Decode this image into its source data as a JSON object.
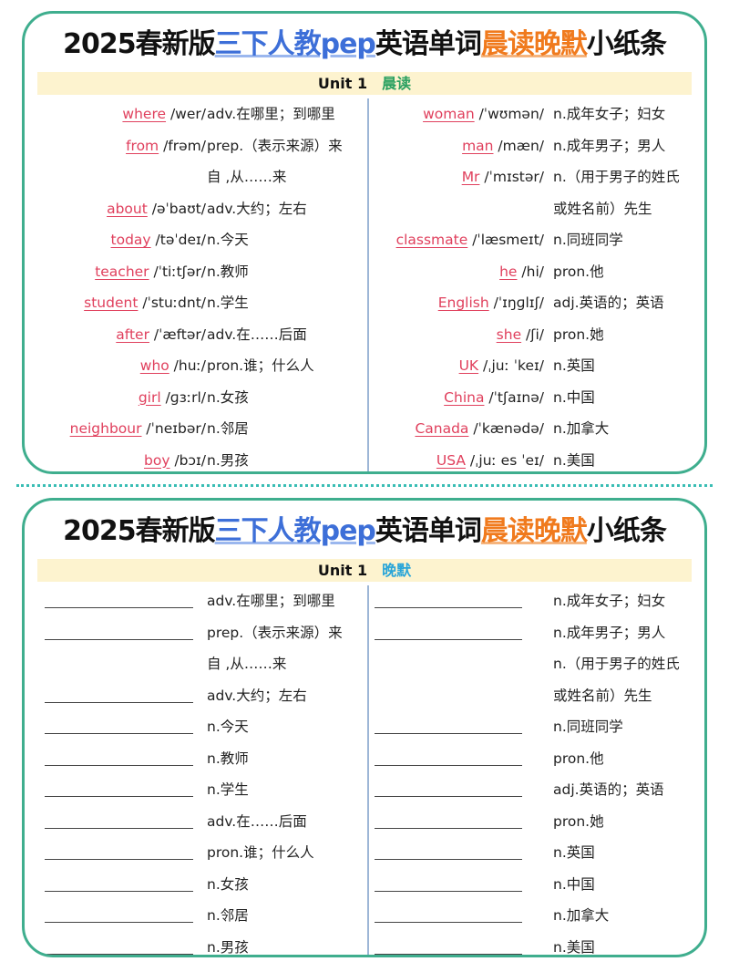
{
  "top_card": {
    "title": {
      "p1": "2025春新版",
      "p2": "三下人教pep",
      "p3": "英语单词",
      "p4": "晨读晚默",
      "p5": "小纸条"
    },
    "unit": "Unit 1",
    "label": "晨读",
    "left": [
      {
        "word": "where",
        "phon": " /wer/",
        "mean": "adv.在哪里；到哪里"
      },
      {
        "word": "from",
        "phon": " /frəm/",
        "mean": "prep.（表示来源）来"
      },
      {
        "word": "",
        "phon": "",
        "mean": "自 ,从……来"
      },
      {
        "word": "about",
        "phon": " /əˈbaʊt/",
        "mean": "adv.大约；左右"
      },
      {
        "word": "today",
        "phon": " /təˈdeɪ/",
        "mean": "n.今天"
      },
      {
        "word": "teacher",
        "phon": " /ˈtiːtʃər/",
        "mean": "n.教师"
      },
      {
        "word": "student",
        "phon": " /ˈstuːdnt/",
        "mean": "n.学生"
      },
      {
        "word": "after",
        "phon": " /ˈæftər/",
        "mean": "adv.在……后面"
      },
      {
        "word": "who",
        "phon": " /huː/",
        "mean": "pron.谁；什么人"
      },
      {
        "word": "girl",
        "phon": " /ɡɜːrl/",
        "mean": "n.女孩"
      },
      {
        "word": "neighbour",
        "phon": " /ˈneɪbər/",
        "mean": "n.邻居"
      },
      {
        "word": "boy",
        "phon": " /bɔɪ/",
        "mean": "n.男孩"
      }
    ],
    "right": [
      {
        "word": "woman",
        "phon": " /ˈwʊmən/",
        "mean": "n.成年女子；妇女"
      },
      {
        "word": "man",
        "phon": " /mæn/",
        "mean": "n.成年男子；男人"
      },
      {
        "word": "Mr",
        "phon": " /ˈmɪstər/",
        "mean": "n.（用于男子的姓氏"
      },
      {
        "word": "",
        "phon": "",
        "mean": "或姓名前）先生"
      },
      {
        "word": "classmate",
        "phon": " /ˈlæsmeɪt/",
        "mean": "n.同班同学"
      },
      {
        "word": "he",
        "phon": " /hi/",
        "mean": "pron.他"
      },
      {
        "word": "English",
        "phon": " /ˈɪŋɡlɪʃ/",
        "mean": "adj.英语的；英语"
      },
      {
        "word": "she",
        "phon": " /ʃi/",
        "mean": "pron.她"
      },
      {
        "word": "UK",
        "phon": " /ˌjuː ˈkeɪ/",
        "mean": "n.英国"
      },
      {
        "word": "China",
        "phon": " /ˈtʃaɪnə/",
        "mean": "n.中国"
      },
      {
        "word": "Canada",
        "phon": " /ˈkænədə/",
        "mean": "n.加拿大"
      },
      {
        "word": "USA",
        "phon": " /ˌjuː es ˈeɪ/",
        "mean": "n.美国"
      }
    ]
  },
  "bottom_card": {
    "title": {
      "p1": "2025春新版",
      "p2": "三下人教pep",
      "p3": "英语单词",
      "p4": "晨读晚默",
      "p5": "小纸条"
    },
    "unit": "Unit 1",
    "label": "晚默",
    "left": [
      {
        "blank": true,
        "mean": "adv.在哪里；到哪里"
      },
      {
        "blank": true,
        "mean": "prep.（表示来源）来"
      },
      {
        "blank": false,
        "mean": "自 ,从……来"
      },
      {
        "blank": true,
        "mean": "adv.大约；左右"
      },
      {
        "blank": true,
        "mean": "n.今天"
      },
      {
        "blank": true,
        "mean": "n.教师"
      },
      {
        "blank": true,
        "mean": "n.学生"
      },
      {
        "blank": true,
        "mean": "adv.在……后面"
      },
      {
        "blank": true,
        "mean": "pron.谁；什么人"
      },
      {
        "blank": true,
        "mean": "n.女孩"
      },
      {
        "blank": true,
        "mean": "n.邻居"
      },
      {
        "blank": true,
        "mean": "n.男孩"
      }
    ],
    "right": [
      {
        "blank": true,
        "mean": "n.成年女子；妇女"
      },
      {
        "blank": true,
        "mean": "n.成年男子；男人"
      },
      {
        "blank": false,
        "mean": "n.（用于男子的姓氏"
      },
      {
        "blank": false,
        "mean": "或姓名前）先生"
      },
      {
        "blank": true,
        "mean": "n.同班同学"
      },
      {
        "blank": true,
        "mean": "pron.他"
      },
      {
        "blank": true,
        "mean": "adj.英语的；英语"
      },
      {
        "blank": true,
        "mean": "pron.她"
      },
      {
        "blank": true,
        "mean": "n.英国"
      },
      {
        "blank": true,
        "mean": "n.中国"
      },
      {
        "blank": true,
        "mean": "n.加拿大"
      },
      {
        "blank": true,
        "mean": "n.美国"
      }
    ]
  },
  "colors": {
    "border": "#3fae8e",
    "word": "#e0405d",
    "title_blue": "#3d6fd8",
    "title_orange": "#f07a1d",
    "band": "#fdf3cf"
  }
}
